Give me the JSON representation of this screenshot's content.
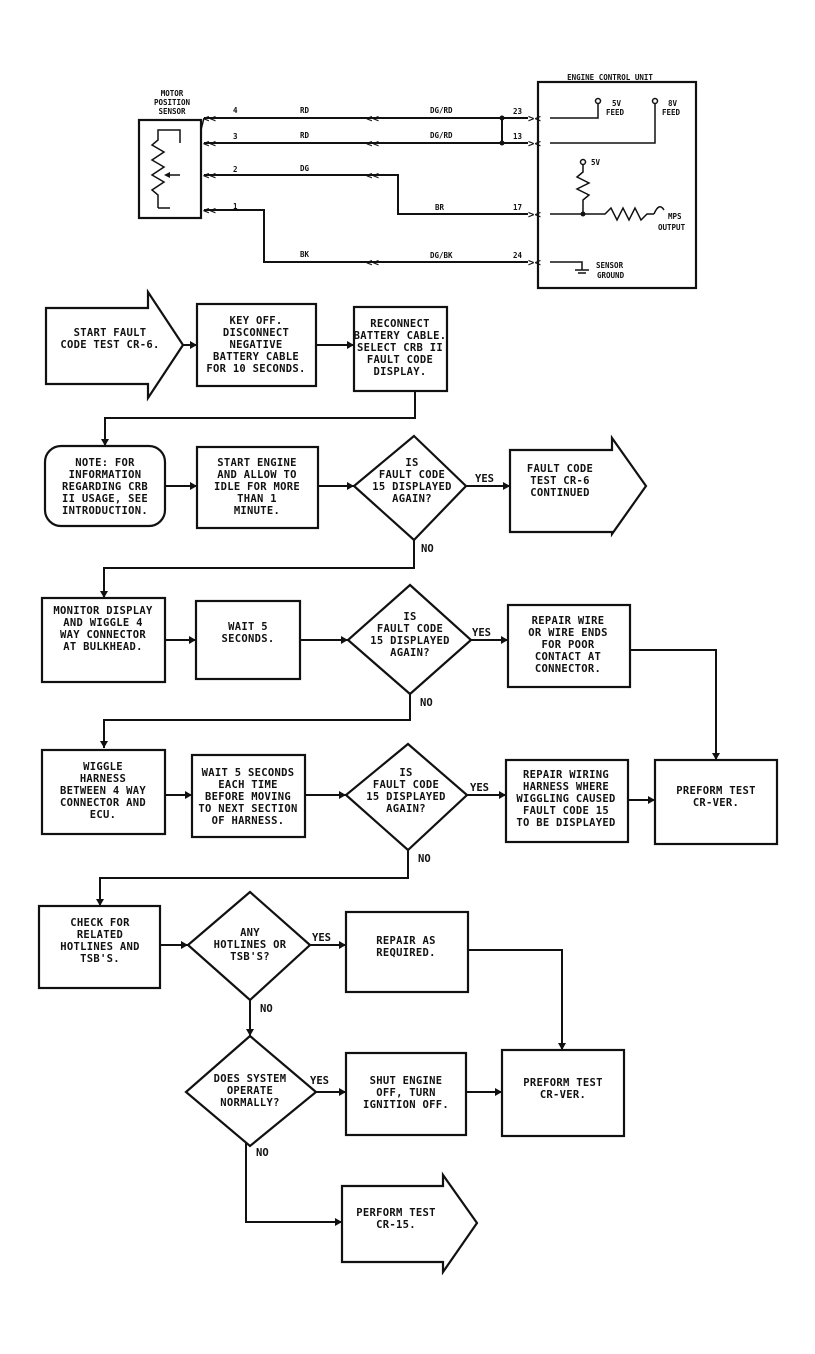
{
  "wiring": {
    "ecu_title": "ENGINE CONTROL UNIT",
    "sensor_title": [
      "MOTOR",
      "POSITION",
      "SENSOR"
    ],
    "ecu_feed_left": [
      "5V",
      "FEED"
    ],
    "ecu_feed_right": [
      "8V",
      "FEED"
    ],
    "ecu_5v": "5V",
    "mps_output": [
      "MPS",
      "OUTPUT"
    ],
    "sensor_ground": [
      "SENSOR",
      "GROUND"
    ],
    "sensor_pins": [
      "4",
      "3",
      "2",
      "1"
    ],
    "sensor_wire_colors": [
      "RD",
      "RD",
      "DG",
      "BK"
    ],
    "ecu_wire_colors": [
      "DG/RD",
      "DG/RD",
      "BR",
      "DG/BK"
    ],
    "ecu_pins": [
      "23",
      "13",
      "17",
      "24"
    ]
  },
  "flow": {
    "start": [
      "START FAULT",
      "CODE TEST CR-6."
    ],
    "key_off": [
      "KEY OFF.",
      "DISCONNECT",
      "NEGATIVE",
      "BATTERY CABLE",
      "FOR 10 SECONDS."
    ],
    "reconnect": [
      "RECONNECT",
      "BATTERY CABLE.",
      "SELECT CRB II",
      "FAULT CODE",
      "DISPLAY."
    ],
    "note": [
      "NOTE: FOR",
      "INFORMATION",
      "REGARDING CRB",
      "II USAGE, SEE",
      "INTRODUCTION."
    ],
    "start_engine": [
      "START ENGINE",
      "AND ALLOW TO",
      "IDLE FOR MORE",
      "THAN 1",
      "MINUTE."
    ],
    "q1": [
      "IS",
      "FAULT CODE",
      "15 DISPLAYED",
      "AGAIN?"
    ],
    "continued": [
      "FAULT CODE",
      "TEST CR-6",
      "CONTINUED"
    ],
    "monitor": [
      "MONITOR DISPLAY",
      "AND WIGGLE 4",
      "WAY CONNECTOR",
      "AT BULKHEAD."
    ],
    "wait1": [
      "WAIT 5",
      "SECONDS."
    ],
    "q2": [
      "IS",
      "FAULT CODE",
      "15 DISPLAYED",
      "AGAIN?"
    ],
    "repair_wire": [
      "REPAIR WIRE",
      "OR WIRE ENDS",
      "FOR POOR",
      "CONTACT AT",
      "CONNECTOR."
    ],
    "wiggle": [
      "WIGGLE",
      "HARNESS",
      "BETWEEN 4 WAY",
      "CONNECTOR AND",
      "ECU."
    ],
    "wait2": [
      "WAIT 5 SECONDS",
      "EACH TIME",
      "BEFORE MOVING",
      "TO NEXT SECTION",
      "OF HARNESS."
    ],
    "q3": [
      "IS",
      "FAULT CODE",
      "15 DISPLAYED",
      "AGAIN?"
    ],
    "repair_wiring": [
      "REPAIR WIRING",
      "HARNESS WHERE",
      "WIGGLING CAUSED",
      "FAULT CODE 15",
      "TO BE DISPLAYED"
    ],
    "perform_ver1": [
      "PREFORM TEST",
      "CR-VER."
    ],
    "check": [
      "CHECK FOR",
      "RELATED",
      "HOTLINES AND",
      "TSB'S."
    ],
    "q4": [
      "ANY",
      "HOTLINES OR",
      "TSB'S?"
    ],
    "repair_req": [
      "REPAIR AS",
      "REQUIRED."
    ],
    "q5": [
      "DOES SYSTEM",
      "OPERATE",
      "NORMALLY?"
    ],
    "shut": [
      "SHUT ENGINE",
      "OFF, TURN",
      "IGNITION OFF."
    ],
    "perform_ver2": [
      "PREFORM TEST",
      "CR-VER."
    ],
    "perform_15": [
      "PERFORM TEST",
      "CR-15."
    ],
    "yes": "YES",
    "no": "NO"
  }
}
